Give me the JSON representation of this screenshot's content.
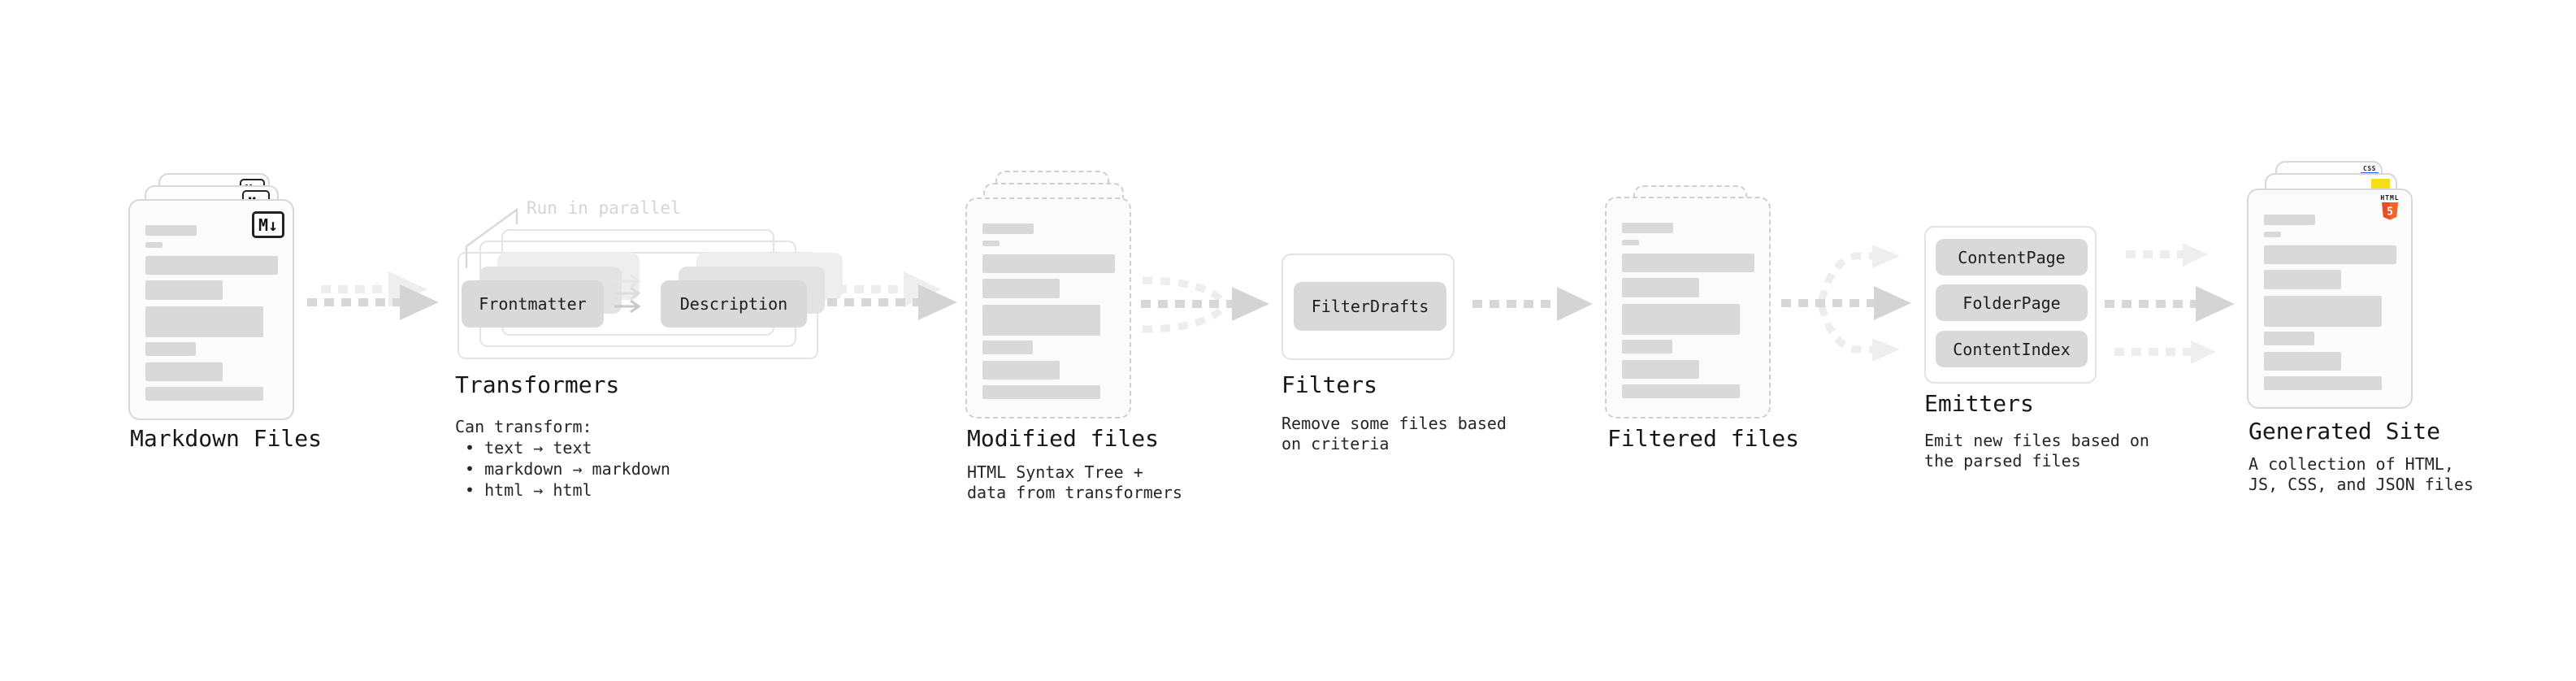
{
  "diagram": {
    "stages": {
      "markdown_files": {
        "label": "Markdown Files",
        "icon": "M↓"
      },
      "transformers": {
        "annotation": "Run in parallel",
        "step_from": "Frontmatter",
        "step_to": "Description",
        "title": "Transformers",
        "desc_heading": "Can transform:",
        "bullets": [
          "• text → text",
          "• markdown → markdown",
          "• html → html"
        ]
      },
      "modified_files": {
        "label": "Modified files",
        "description": "HTML Syntax Tree +\ndata from transformers"
      },
      "filters": {
        "title": "Filters",
        "pill": "FilterDrafts",
        "description": "Remove some files based\non criteria"
      },
      "filtered_files": {
        "label": "Filtered files"
      },
      "emitters": {
        "title": "Emitters",
        "pills": [
          "ContentPage",
          "FolderPage",
          "ContentIndex"
        ],
        "description": "Emit new files based on\nthe parsed files"
      },
      "generated_site": {
        "label": "Generated Site",
        "description": "A collection of HTML,\nJS, CSS, and JSON files",
        "badge_html": "HTML",
        "badge_html_number": "5",
        "badge_css": "CSS"
      }
    },
    "colors": {
      "bar_gray": "#d9d9d9",
      "pill_gray": "#d9d9d9",
      "arrow_dark": "#d7d7d7",
      "arrow_light": "#ededed",
      "annotation_gray": "#d5d5d5",
      "html5_orange": "#e44d26",
      "js_yellow": "#f5de19",
      "css_blue": "#2965f1"
    }
  }
}
